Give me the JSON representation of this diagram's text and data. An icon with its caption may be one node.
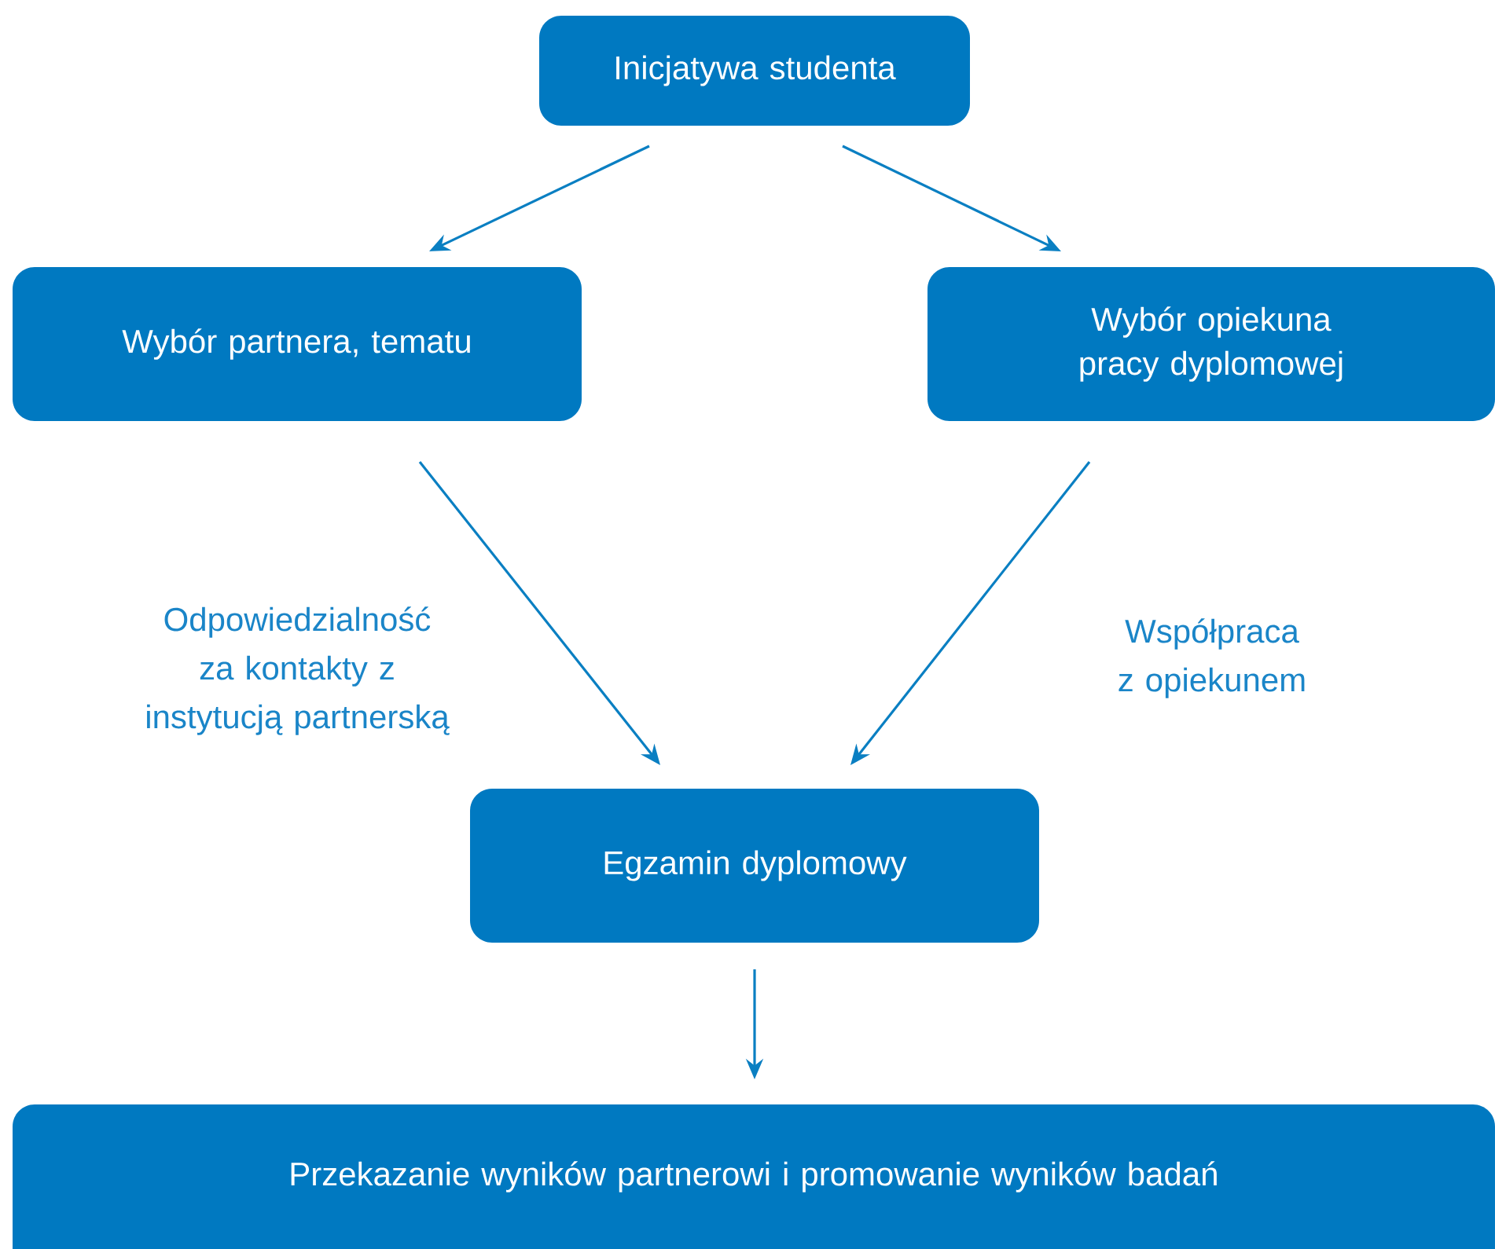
{
  "diagram": {
    "nodes": [
      {
        "text": [
          "Inicjatywa studenta"
        ]
      },
      {
        "text": [
          "Wybór partnera, tematu"
        ]
      },
      {
        "text": [
          "Wybór opiekuna pracy dyplomowej"
        ]
      },
      {
        "text": [
          "Egzamin dyplomowy"
        ]
      },
      {
        "text": [
          "Przekazanie wyników partnerowi i promowanie wyników badań"
        ]
      }
    ],
    "edges": [
      {
        "from": 0,
        "to": 1,
        "arrow": "to"
      },
      {
        "from": 0,
        "to": 2,
        "arrow": "to"
      },
      {
        "from": 1,
        "to": 3,
        "arrow": "to",
        "label": "Odpowiedzialność za kontakty z instytucją partnerską"
      },
      {
        "from": 2,
        "to": 3,
        "arrow": "to",
        "label": "Współpraca z opiekunem"
      },
      {
        "from": 3,
        "to": 4,
        "arrow": "to"
      }
    ]
  }
}
